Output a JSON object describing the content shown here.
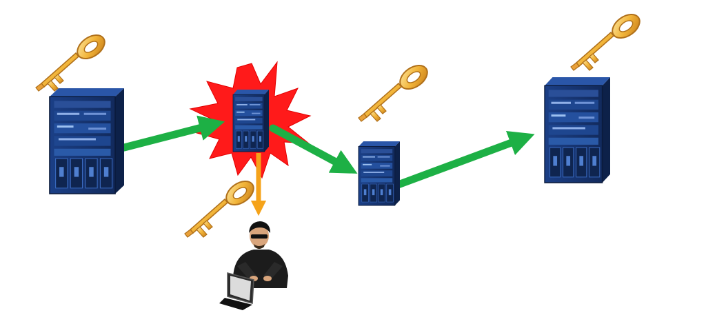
{
  "diagram": {
    "kind": "network-attack-illustration",
    "nodes": [
      {
        "id": "router-source",
        "icon": "chassis-router-icon"
      },
      {
        "id": "router-compromised",
        "icon": "chassis-router-icon",
        "state": "under-attack"
      },
      {
        "id": "router-middle",
        "icon": "chassis-router-icon"
      },
      {
        "id": "router-destination",
        "icon": "chassis-router-icon"
      },
      {
        "id": "attacker",
        "icon": "hacker-with-laptop-icon"
      }
    ],
    "keys": [
      {
        "near": "router-source",
        "icon": "key-icon"
      },
      {
        "near": "attacker",
        "icon": "key-icon"
      },
      {
        "near": "router-middle",
        "icon": "key-icon"
      },
      {
        "near": "router-destination",
        "icon": "key-icon"
      }
    ],
    "flows": [
      {
        "from": "router-source",
        "to": "router-compromised",
        "type": "traffic"
      },
      {
        "from": "router-compromised",
        "to": "router-middle",
        "type": "traffic"
      },
      {
        "from": "router-middle",
        "to": "router-destination",
        "type": "traffic"
      },
      {
        "from": "router-compromised",
        "to": "attacker",
        "type": "leak"
      }
    ],
    "colors": {
      "traffic": "#1db045",
      "leak": "#f5a31a",
      "burst": "#ff1a1a",
      "chassis": "#16326b",
      "key": "#f2b53a"
    }
  }
}
